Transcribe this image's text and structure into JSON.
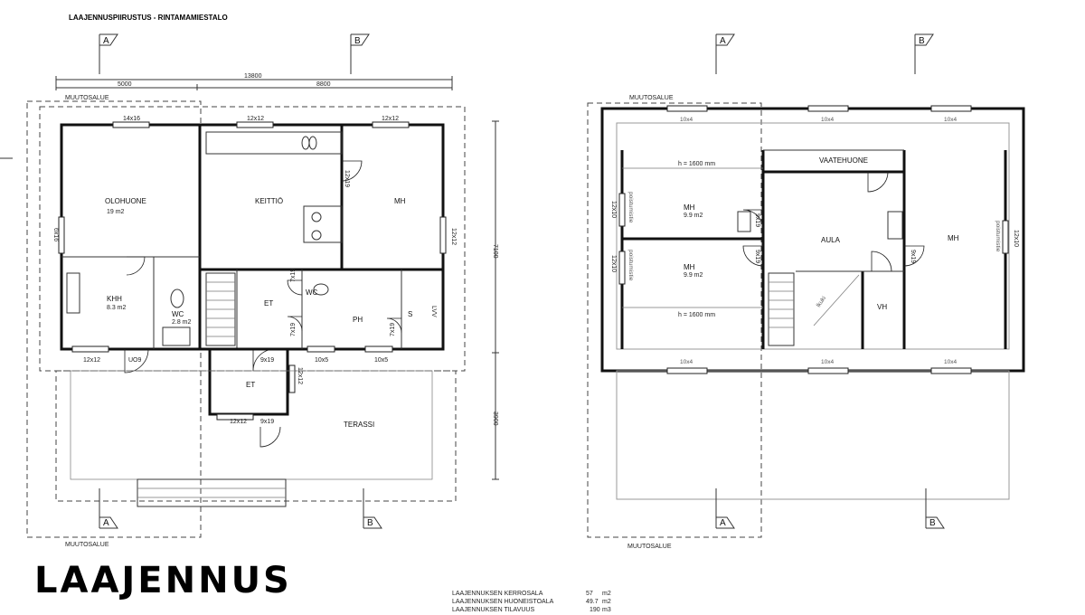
{
  "drawing": {
    "title": "LAAJENNUSPIIRUSTUS - RINTAMAMIESTALO",
    "big_label": "LAAJENNUS",
    "muutosalue": "MUUTOSALUE"
  },
  "sections": {
    "a": "A",
    "b": "B"
  },
  "dimensions": {
    "total": "13800",
    "left": "5000",
    "right": "8800",
    "vert1": "7100",
    "vert2": "3900"
  },
  "ground_floor": {
    "rooms": {
      "olohuone": "OLOHUONE",
      "olohuone_area": "19 m2",
      "keittio": "KEITTIÖ",
      "mh": "MH",
      "khh": "KHH",
      "khh_area": "8.3 m2",
      "wc": "WC",
      "wc_area": "2.8 m2",
      "et": "ET",
      "wc2": "WC",
      "ph": "PH",
      "s": "S",
      "lvv": "LVV",
      "et2": "ET",
      "terassi": "TERASSI"
    },
    "windows": {
      "w_14x16": "14x16",
      "w_12x12a": "12x12",
      "w_12x12b": "12x12",
      "w_6x16": "6x16",
      "w_12x12c": "12x12",
      "w_12x12d": "12x12",
      "w_10x5a": "10x5",
      "w_10x5b": "10x5",
      "w_12x12e": "12x12",
      "w_12x12f": "12x12"
    },
    "doors": {
      "d_uo9": "UO9",
      "d_9x19a": "9x19",
      "d_12x19": "12x19",
      "d_7x19a": "7x19",
      "d_7x19b": "7x19",
      "d_7x19c": "7x19",
      "d_9x19b": "9x19"
    }
  },
  "upper_floor": {
    "rooms": {
      "mh1": "MH",
      "mh1_area": "9.9 m2",
      "mh2": "MH",
      "mh2_area": "9.9 m2",
      "aula": "AULA",
      "mh3": "MH",
      "vaatehuone": "VAATEHUONE",
      "vh": "VH",
      "h1600a": "h = 1600 mm",
      "h1600b": "h = 1600 mm",
      "poistumistie": "poistumistie",
      "poistumistie2": "poistumistie",
      "poistumistie3": "poistumistie",
      "hormi": "lkuki"
    },
    "windows": {
      "w1": "10x4",
      "w2": "10x4",
      "w3": "10x4",
      "w4": "10x4",
      "w5": "10x4",
      "w6": "10x4",
      "w7": "12x10",
      "w8": "12x10",
      "w9": "12x10"
    },
    "doors": {
      "d1": "9x19",
      "d2": "9x19",
      "d3": "9x19"
    }
  },
  "summary": [
    {
      "label": "LAAJENNUKSEN KERROSALA",
      "value": "57",
      "unit": "m2"
    },
    {
      "label": "LAAJENNUKSEN HUONEISTOALA",
      "value": "49.7",
      "unit": "m2"
    },
    {
      "label": "LAAJENNUKSEN TILAVUUS",
      "value": "190",
      "unit": "m3"
    }
  ]
}
